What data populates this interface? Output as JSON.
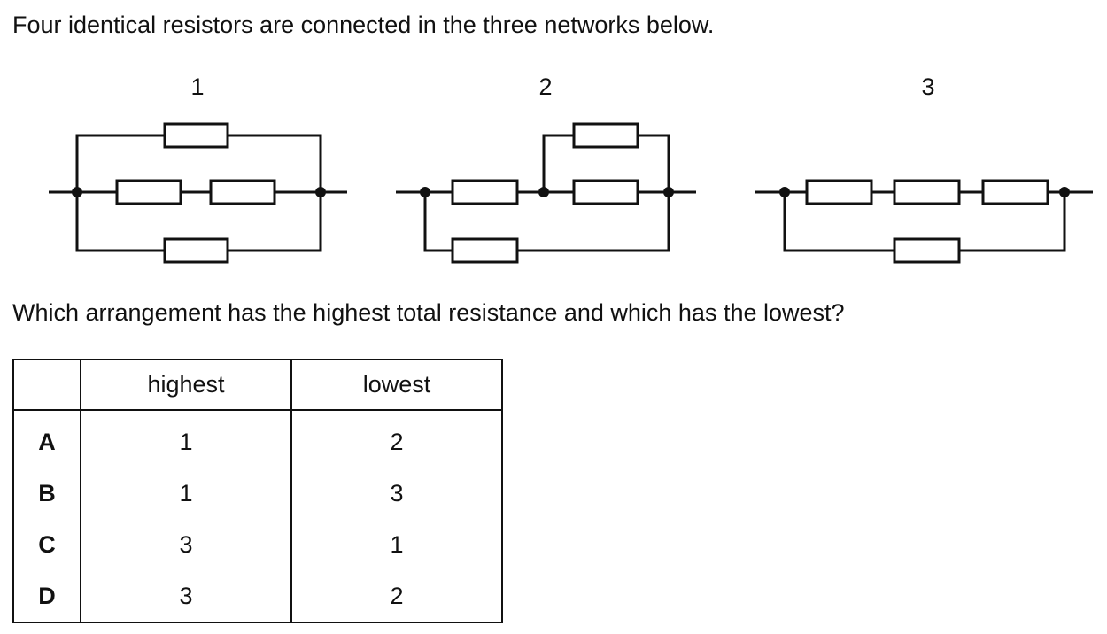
{
  "question": {
    "intro": "Four identical resistors are connected in the three networks below.",
    "prompt": "Which arrangement has the highest total resistance and which has the lowest?"
  },
  "networks": [
    {
      "label": "1"
    },
    {
      "label": "2"
    },
    {
      "label": "3"
    }
  ],
  "table": {
    "headers": [
      "",
      "highest",
      "lowest"
    ],
    "rows": [
      {
        "option": "A",
        "highest": "1",
        "lowest": "2"
      },
      {
        "option": "B",
        "highest": "1",
        "lowest": "3"
      },
      {
        "option": "C",
        "highest": "3",
        "lowest": "1"
      },
      {
        "option": "D",
        "highest": "3",
        "lowest": "2"
      }
    ]
  }
}
